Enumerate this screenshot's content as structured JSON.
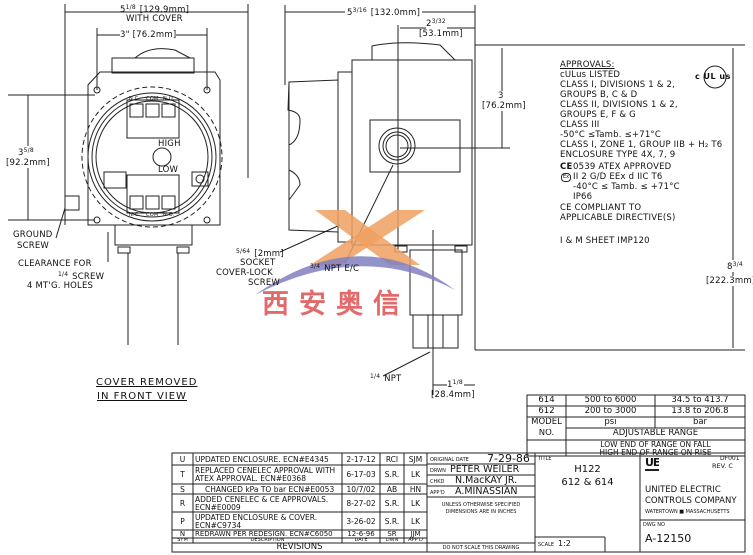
{
  "front_view": {
    "width_dim": {
      "whole": "5",
      "frac": "1/8",
      "mm": "[129.9mm]",
      "note": "WITH COVER"
    },
    "inner_dim": "3\" [76.2mm]",
    "height_dim": {
      "whole": "3",
      "frac": "5/8",
      "mm": "[92.2mm]"
    },
    "terminals_top": [
      "N.C.",
      "COM",
      "N.O."
    ],
    "terminals_bottom": [
      "N.C.",
      "COM",
      "N.O."
    ],
    "label_high": "HIGH",
    "label_low": "LOW",
    "ground_screw": [
      "GROUND",
      "SCREW"
    ],
    "clearance": [
      "CLEARANCE FOR",
      "SCREW",
      "4 MT'G. HOLES"
    ],
    "clearance_frac": "1/4",
    "caption": [
      "COVER REMOVED",
      "IN FRONT VIEW"
    ]
  },
  "side_view": {
    "width_dim": {
      "whole": "5",
      "frac": "3/16",
      "mm": "[132.0mm]"
    },
    "offset_dim": {
      "whole": "2",
      "frac": "3/32",
      "mm": "[53.1mm]"
    },
    "conduit_height": {
      "value": "3",
      "mm": "[76.2mm]"
    },
    "overall_height": {
      "whole": "8",
      "frac": "3/4",
      "mm": "[222.3mm]"
    },
    "socket_screw": {
      "frac": "5/64",
      "mm": "[2mm]",
      "lines": [
        "SOCKET",
        "COVER-LOCK",
        "SCREW"
      ]
    },
    "conduit": {
      "frac": "3/4",
      "text": "NPT E/C"
    },
    "pressure_port": {
      "frac": "1/4",
      "text": "NPT"
    },
    "port_offset": {
      "whole": "1",
      "frac": "1/8",
      "mm": "[28.4mm]"
    }
  },
  "approvals": {
    "heading": "APPROVALS:",
    "lines": [
      "cULus LISTED",
      "CLASS I, DIVISIONS 1 & 2,",
      " GROUPS B, C & D",
      "CLASS II, DIVISIONS 1 & 2,",
      " GROUPS E, F & G",
      "CLASS III",
      "-50°C ≤Tamb. ≤+71°C",
      "CLASS I, ZONE 1, GROUP IIB + H₂ T6",
      "ENCLOSURE TYPE 4X, 7, 9"
    ],
    "atex": [
      "0539 ATEX APPROVED",
      "II 2 G/D EEx d IIC T6",
      "-40°C ≤ Tamb. ≤ +71°C",
      "IP66"
    ],
    "ce": [
      "CE COMPLIANT TO",
      "APPLICABLE DIRECTIVE(S)"
    ],
    "manual": "I & M SHEET IMP120",
    "ul_mark": "c UL us",
    "ce_mark": "CE"
  },
  "watermark": {
    "text": "西安奥信",
    "colors": {
      "x": "#f0a060",
      "arc": "#8080c0",
      "text": "#e05a5a"
    }
  },
  "range_table": {
    "rows": [
      {
        "model": "614",
        "psi": "500 to 6000",
        "bar": "34.5 to 413.7"
      },
      {
        "model": "612",
        "psi": "200 to 3000",
        "bar": "13.8 to 206.8"
      }
    ],
    "model_header": [
      "MODEL",
      "NO."
    ],
    "psi_header": "psi",
    "bar_header": "bar",
    "range_header": "ADJUSTABLE RANGE",
    "notes": [
      "LOW END OF RANGE ON FALL",
      "HIGH END OF RANGE ON RISE"
    ]
  },
  "revisions": {
    "rows": [
      {
        "sym": "U",
        "desc": [
          "UPDATED ENCLOSURE.  ECN#E4345"
        ],
        "date": "2-17-12",
        "dwn": "RCI",
        "appd": "SJM"
      },
      {
        "sym": "T",
        "desc": [
          "REPLACED CENELEC APPROVAL WITH",
          "ATEX APPROVAL.  ECN#E0368"
        ],
        "date": "6-17-03",
        "dwn": "S.R.",
        "appd": "LK"
      },
      {
        "sym": "S",
        "desc": [
          "CHANGED kPa TO bar   ECN#E0053"
        ],
        "date": "10/7/02",
        "dwn": "AB",
        "appd": "HN"
      },
      {
        "sym": "R",
        "desc": [
          "ADDED CENELEC & CE APPROVALS.",
          "ECN#E0009"
        ],
        "date": "8-27-02",
        "dwn": "S.R.",
        "appd": "LK"
      },
      {
        "sym": "P",
        "desc": [
          "UPDATED ENCLOSURE & COVER.",
          "ECN#C9734"
        ],
        "date": "3-26-02",
        "dwn": "S.R.",
        "appd": "LK"
      },
      {
        "sym": "N",
        "desc": [
          "REDRAWN PER REDESIGN.  ECN#C6050"
        ],
        "date": "12-6-96",
        "dwn": "SR",
        "appd": "JJM"
      }
    ],
    "headers": {
      "sym": "SYM",
      "desc": "DESCRIPTION",
      "date": "DATE",
      "dwn": "DWN",
      "appd": "APP'D"
    },
    "title": "REVISIONS"
  },
  "title_block": {
    "original_date_label": "ORIGINAL DATE",
    "original_date": "7-29-86",
    "drwn_label": "DRWN",
    "drwn": "PETER WEILER",
    "chkd_label": "CHKD",
    "chkd": "N.MacKAY JR.",
    "appd_label": "APP'D",
    "appd": "A.MINASSIAN",
    "note": [
      "UNLESS OTHERWISE SPECIFIED",
      "DIMENSIONS ARE IN INCHES"
    ],
    "no_scale": "DO NOT SCALE THIS DRAWING",
    "title_label": "TITLE",
    "title_lines": [
      "H122",
      "612 & 614"
    ],
    "scale_label": "SCALE",
    "scale": "1:2",
    "logo": "UE",
    "form": "DF001",
    "rev": "REV. C",
    "company": [
      "UNITED ELECTRIC",
      "CONTROLS COMPANY"
    ],
    "location": "WATERTOWN ■ MASSACHUSETTS",
    "dwg_no_label": "DWG NO",
    "dwg_no": "A-12150"
  }
}
